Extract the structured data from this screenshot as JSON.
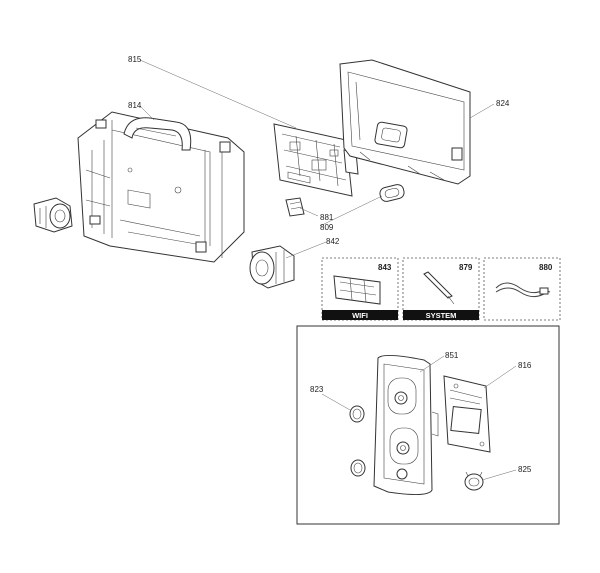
{
  "callouts": {
    "c815": "815",
    "c814": "814",
    "c824": "824",
    "c881": "881",
    "c809": "809",
    "c842": "842",
    "c851": "851",
    "c816": "816",
    "c823": "823",
    "c825": "825"
  },
  "kits": {
    "k843": {
      "number": "843",
      "tag": "WIFI"
    },
    "k879": {
      "number": "879",
      "tag": "SYSTEM"
    },
    "k880": {
      "number": "880"
    }
  }
}
